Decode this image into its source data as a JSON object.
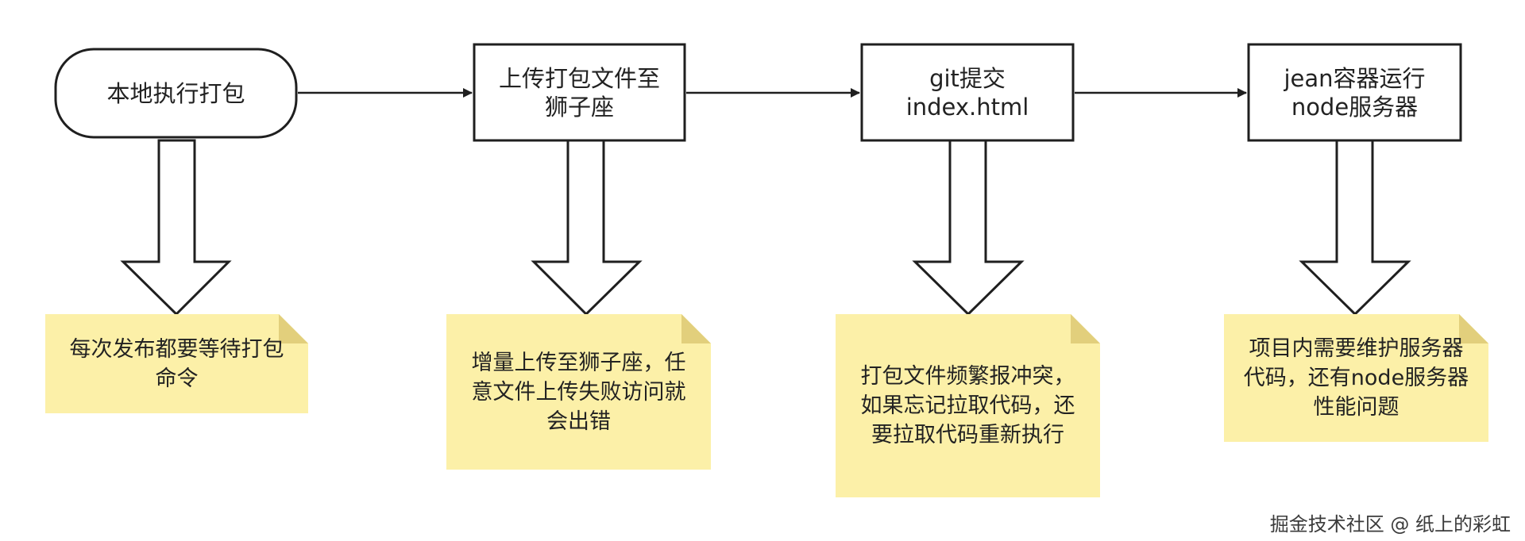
{
  "steps": [
    {
      "lines": [
        "本地执行打包"
      ]
    },
    {
      "lines": [
        "上传打包文件至",
        "狮子座"
      ]
    },
    {
      "lines": [
        "git提交",
        "index.html"
      ]
    },
    {
      "lines": [
        "jean容器运行",
        "node服务器"
      ]
    }
  ],
  "notes": [
    {
      "text": "每次发布都要等待打包命令"
    },
    {
      "text": "增量上传至狮子座，任意文件上传失败访问就会出错"
    },
    {
      "text": "打包文件频繁报冲突，如果忘记拉取代码，还要拉取代码重新执行"
    },
    {
      "text": "项目内需要维护服务器代码，还有node服务器性能问题"
    }
  ],
  "watermark": "掘金技术社区 @ 纸上的彩虹",
  "colors": {
    "stroke": "#1f1f1f",
    "note_fill": "#fcf0a8",
    "note_fold": "#e2cf7c",
    "text": "#222222"
  }
}
